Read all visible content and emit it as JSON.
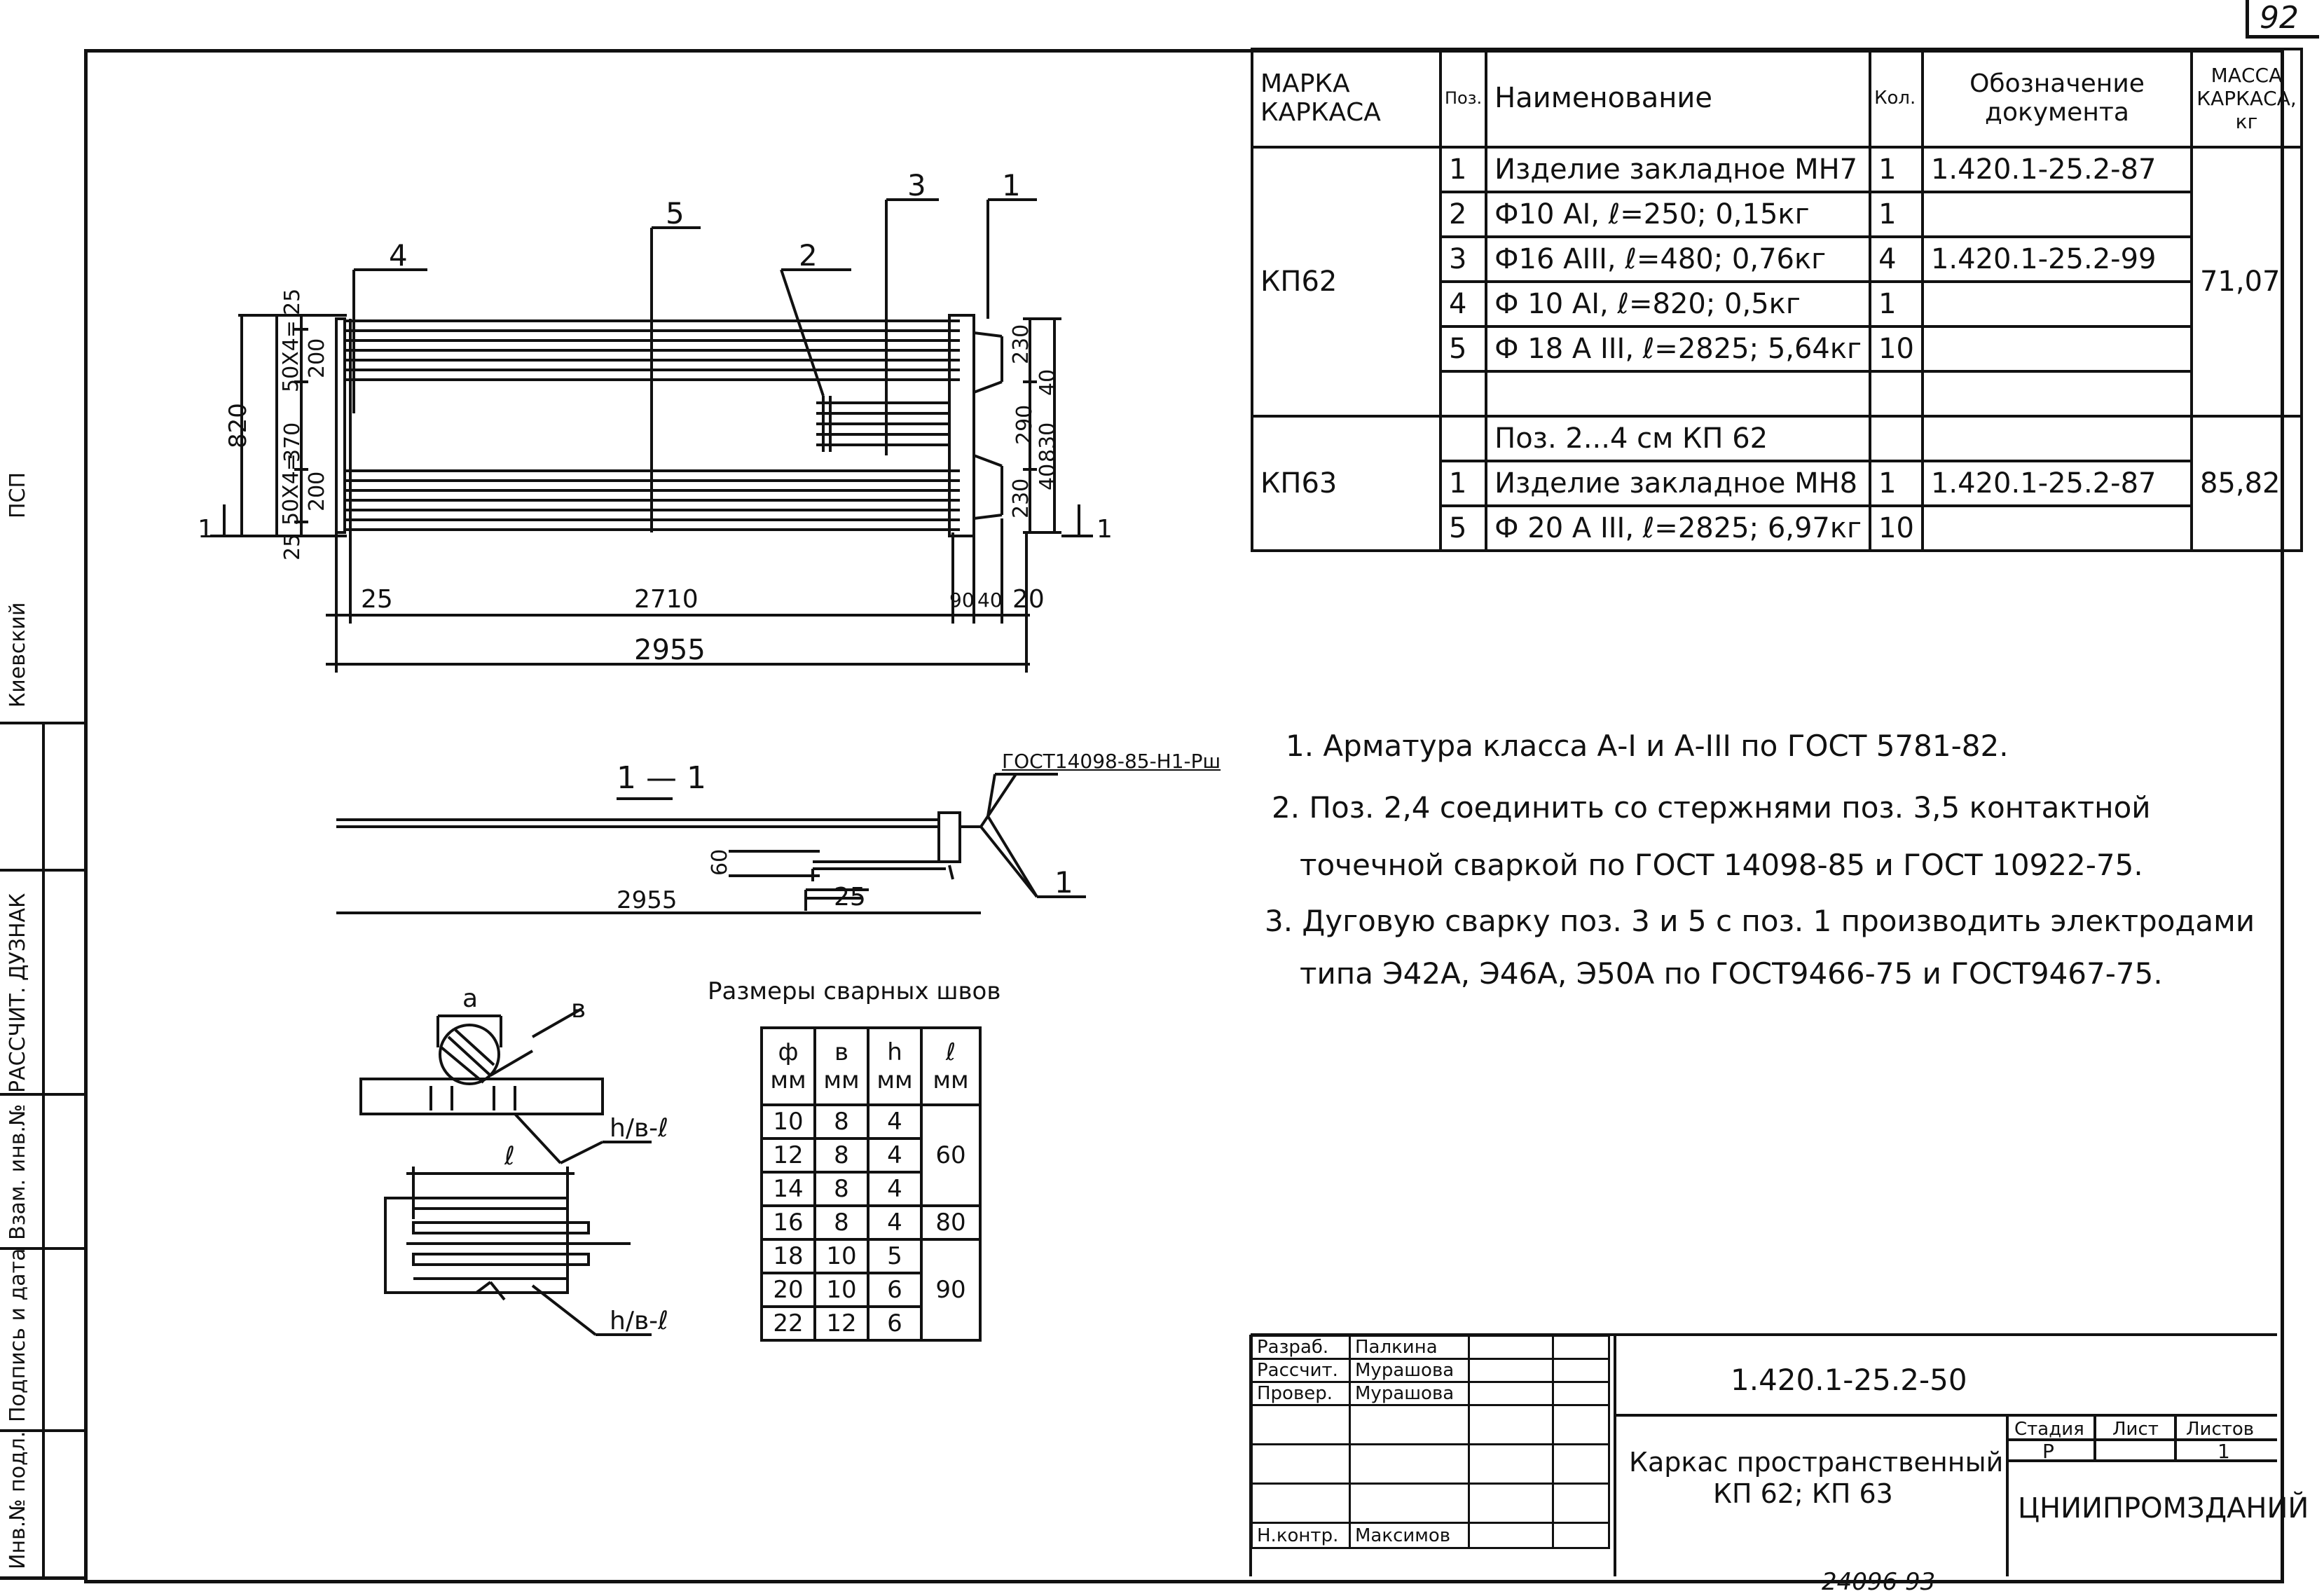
{
  "page_number": "92",
  "bottom_code": "24096 93",
  "side_strip": {
    "org": "ПСП",
    "city": "Киевский",
    "author_role": "РАССЧИТ.",
    "author_name": "ДУЗНАК",
    "inv_podl": "Инв.№ подл.",
    "podpis_data": "Подпись и дата",
    "vzam_inv": "Взам. инв.№"
  },
  "spec_table": {
    "headers": {
      "marka": "МАРКА КАРКАСА",
      "poz": "Поз.",
      "name": "Наименование",
      "kol": "Кол.",
      "doc": "Обозначение документа",
      "mass": "МАССА КАРКАСА, кг"
    },
    "kp62": {
      "marka": "КП62",
      "mass": "71,07",
      "rows": [
        {
          "poz": "1",
          "name": "Изделие закладное МН7",
          "kol": "1",
          "doc": "1.420.1-25.2-87"
        },
        {
          "poz": "2",
          "name": "Ф10 АI, ℓ=250; 0,15кг",
          "kol": "1",
          "doc": ""
        },
        {
          "poz": "3",
          "name": "Ф16 АIII, ℓ=480; 0,76кг",
          "kol": "4",
          "doc": "1.420.1-25.2-99"
        },
        {
          "poz": "4",
          "name": "Ф 10 АI, ℓ=820; 0,5кг",
          "kol": "1",
          "doc": ""
        },
        {
          "poz": "5",
          "name": "Ф 18 А III, ℓ=2825; 5,64кг",
          "kol": "10",
          "doc": ""
        }
      ]
    },
    "kp63": {
      "marka": "КП63",
      "mass": "85,82",
      "rows": [
        {
          "poz": "",
          "name": "Поз. 2...4 см КП 62",
          "kol": "",
          "doc": ""
        },
        {
          "poz": "1",
          "name": "Изделие закладное МН8",
          "kol": "1",
          "doc": "1.420.1-25.2-87"
        },
        {
          "poz": "5",
          "name": "Ф 20 А III, ℓ=2825; 6,97кг",
          "kol": "10",
          "doc": ""
        }
      ]
    }
  },
  "notes": [
    "1. Арматура класса А-I и А-III по ГОСТ 5781-82.",
    "2. Поз. 2,4 соединить со стержнями поз. 3,5 контактной",
    "точечной сваркой по ГОСТ 14098-85 и ГОСТ 10922-75.",
    "3. Дуговую сварку поз. 3 и 5 с поз. 1 производить электродами",
    "типа Э42А, Э46А, Э50А по ГОСТ9466-75 и ГОСТ9467-75."
  ],
  "plan_labels": {
    "pos1": "1",
    "pos2": "2",
    "pos3": "3",
    "pos4": "4",
    "pos5": "5",
    "dim_25a": "25",
    "dim_50x4a": "50Х4=",
    "dim_200a": "200",
    "dim_370": "370",
    "dim_50x4b": "50Х4=",
    "dim_200b": "200",
    "dim_25b": "25",
    "dim_820": "820",
    "dim_230a": "230",
    "dim_290": "290",
    "dim_230b": "230",
    "dim_40a": "40",
    "dim_830": "830",
    "dim_40b": "40",
    "dim_25_bottom": "25",
    "dim_2710": "2710",
    "dim_90": "90",
    "dim_40c": "40",
    "dim_20": "20",
    "dim_2955": "2955",
    "sec_left": "1",
    "sec_right": "1"
  },
  "section": {
    "title": "1 — 1",
    "gost": "ГОСТ14098-85-Н1-Рш",
    "dim_60": "60",
    "dim_25": "25",
    "dim_2955": "2955",
    "pos1": "1"
  },
  "weld_title": "Размеры сварных швов",
  "weld_table": {
    "headers": [
      [
        "ф",
        "мм"
      ],
      [
        "в",
        "мм"
      ],
      [
        "h",
        "мм"
      ],
      [
        "ℓ",
        "мм"
      ]
    ],
    "rows": [
      [
        "10",
        "8",
        "4"
      ],
      [
        "12",
        "8",
        "4"
      ],
      [
        "14",
        "8",
        "4"
      ],
      [
        "16",
        "8",
        "4"
      ],
      [
        "18",
        "10",
        "5"
      ],
      [
        "20",
        "10",
        "6"
      ],
      [
        "22",
        "12",
        "6"
      ]
    ],
    "l_values": [
      "60",
      "80",
      "90"
    ]
  },
  "weld_labels": {
    "a": "а",
    "b": "в",
    "hb_top": "h/в-ℓ",
    "l": "ℓ",
    "hb_bottom": "h/в-ℓ"
  },
  "stamp": {
    "rows": [
      {
        "role": "Разраб.",
        "name": "Палкина"
      },
      {
        "role": "Рассчит.",
        "name": "Мурашова"
      },
      {
        "role": "Провер.",
        "name": "Мурашова"
      },
      {
        "role": "",
        "name": ""
      },
      {
        "role": "",
        "name": ""
      },
      {
        "role": "",
        "name": ""
      },
      {
        "role": "Н.контр.",
        "name": "Максимов"
      }
    ],
    "code": "1.420.1-25.2-50",
    "title_line1": "Каркас пространственный",
    "title_line2": "КП 62; КП 63",
    "stage_h": "Стадия",
    "sheet_h": "Лист",
    "sheets_h": "Листов",
    "stage": "Р",
    "sheets": "1",
    "org": "ЦНИИПРОМЗДАНИЙ"
  }
}
